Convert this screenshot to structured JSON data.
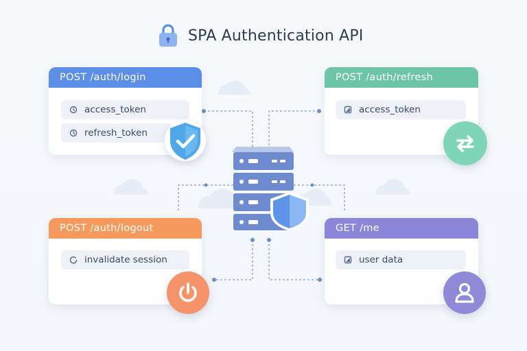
{
  "title": "SPA Authentication API",
  "cards": {
    "login": {
      "method": "POST",
      "path": "/auth/login",
      "items": [
        "access_token",
        "refresh_token"
      ]
    },
    "refresh": {
      "method": "POST",
      "path": "/auth/refresh",
      "items": [
        "access_token"
      ]
    },
    "logout": {
      "method": "POST",
      "path": "/auth/logout",
      "items": [
        "invalidate session"
      ]
    },
    "me": {
      "method": "GET",
      "path": "/me",
      "items": [
        "user data"
      ]
    }
  },
  "colors": {
    "login": "#5b8ee6",
    "refresh": "#6dc5a7",
    "logout": "#f59a5c",
    "me": "#8b86d9",
    "title_text": "#2c3a52",
    "connector": "#7f9cc9"
  },
  "icons": {
    "title": "lock-icon",
    "login": "shield-check-icon",
    "refresh": "refresh-arrows-icon",
    "logout": "power-icon",
    "me": "user-icon",
    "center": "server-shield-icon"
  }
}
